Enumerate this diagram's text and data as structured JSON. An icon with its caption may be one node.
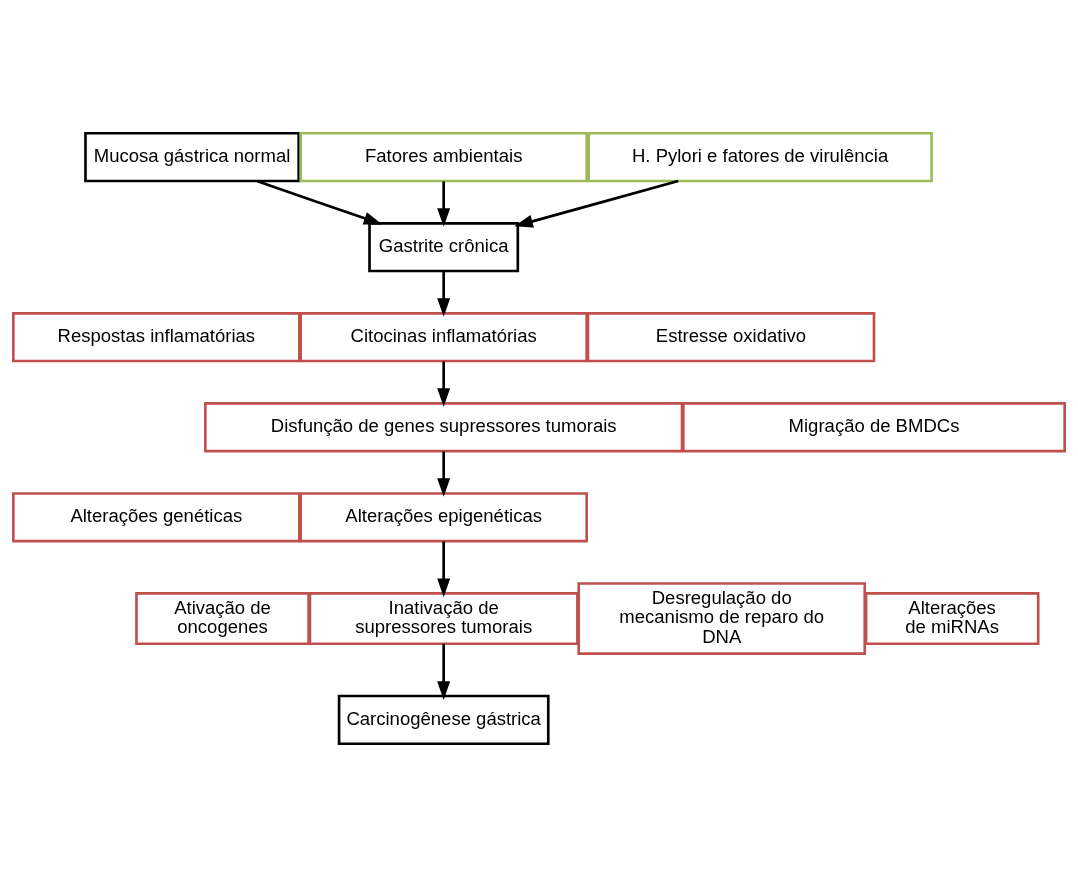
{
  "diagram": {
    "nodes": [
      {
        "text": [
          "Mucosa gástrica normal"
        ]
      },
      {
        "text": [
          "Fatores ambientais"
        ]
      },
      {
        "text": [
          "H. Pylori e fatores de virulência"
        ]
      },
      {
        "text": [
          "Gastrite crônica"
        ]
      },
      {
        "text": [
          "Respostas inflamatórias"
        ]
      },
      {
        "text": [
          "Citocinas inflamatórias"
        ]
      },
      {
        "text": [
          "Estresse oxidativo"
        ]
      },
      {
        "text": [
          "Disfunção de genes supressores tumorais"
        ]
      },
      {
        "text": [
          "Migração de BMDCs"
        ]
      },
      {
        "text": [
          "Alterações genéticas"
        ]
      },
      {
        "text": [
          "Alterações epigenéticas"
        ]
      },
      {
        "text": [
          "Ativação de oncogenes"
        ]
      },
      {
        "text": [
          "Inativação de supressores tumorais"
        ]
      },
      {
        "text": [
          "Desregulação do mecanismo de reparo do DNA"
        ]
      },
      {
        "text": [
          "Alterações de miRNAs"
        ]
      },
      {
        "text": [
          "Carcinogênese gástrica"
        ]
      }
    ],
    "edges": [
      {
        "from": 0,
        "to": 3,
        "arrow": "to"
      },
      {
        "from": 1,
        "to": 3,
        "arrow": "to"
      },
      {
        "from": 2,
        "to": 3,
        "arrow": "to"
      },
      {
        "from": 3,
        "to": 5,
        "arrow": "to"
      },
      {
        "from": 5,
        "to": 7,
        "arrow": "to"
      },
      {
        "from": 7,
        "to": 10,
        "arrow": "to"
      },
      {
        "from": 10,
        "to": 12,
        "arrow": "to"
      },
      {
        "from": 12,
        "to": 15,
        "arrow": "to"
      }
    ]
  }
}
